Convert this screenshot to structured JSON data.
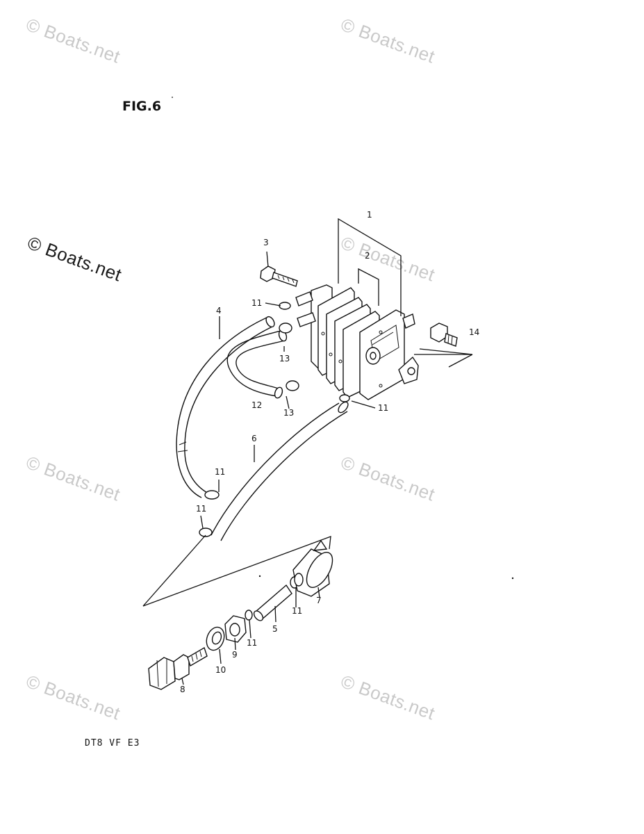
{
  "watermark": {
    "text": "© Boats.net"
  },
  "figure": {
    "title": "FIG.6",
    "model_code": "DT8 VF E3"
  },
  "callouts": {
    "c1": "1",
    "c2": "2",
    "c3": "3",
    "c4": "4",
    "c5": "5",
    "c6": "6",
    "c7": "7",
    "c8": "8",
    "c9": "9",
    "c10": "10",
    "c11": "11",
    "c12": "12",
    "c13": "13",
    "c14": "14"
  },
  "colors": {
    "line": "#111111",
    "watermark": "#c9c9c9",
    "background": "#ffffff"
  }
}
